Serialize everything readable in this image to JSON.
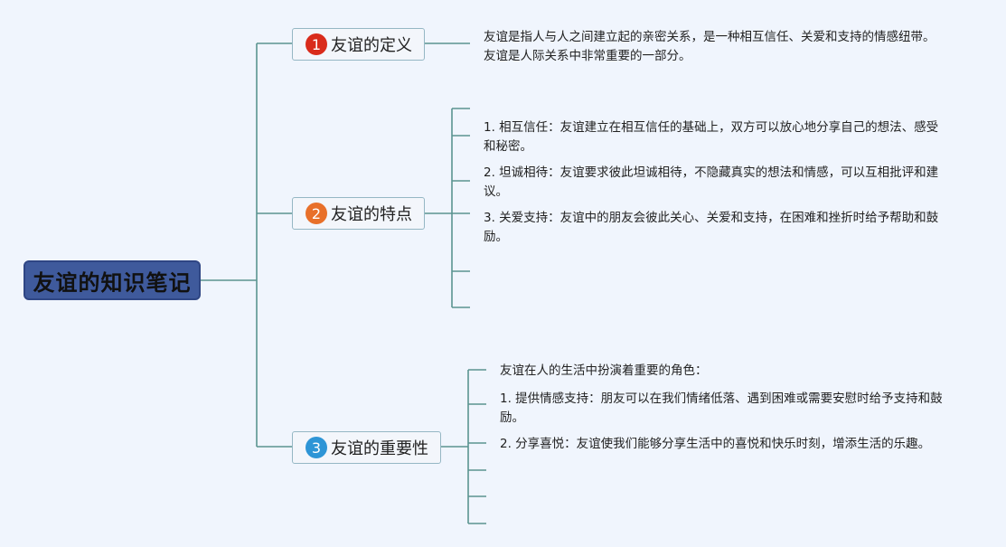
{
  "root": {
    "title": "友谊的知识笔记"
  },
  "topics": [
    {
      "number": "1",
      "badge_color": "#d92b1b",
      "label": "友谊的定义",
      "notes": [
        "友谊是指人与人之间建立起的亲密关系，是一种相互信任、关爱和支持的情感纽带。友谊是人际关系中非常重要的一部分。"
      ]
    },
    {
      "number": "2",
      "badge_color": "#e8702a",
      "label": "友谊的特点",
      "notes": [
        "1. 相互信任：友谊建立在相互信任的基础上，双方可以放心地分享自己的想法、感受和秘密。",
        "2. 坦诚相待：友谊要求彼此坦诚相待，不隐藏真实的想法和情感，可以互相批评和建议。",
        "3. 关爱支持：友谊中的朋友会彼此关心、关爱和支持，在困难和挫折时给予帮助和鼓励。"
      ]
    },
    {
      "number": "3",
      "badge_color": "#2e95d6",
      "label": "友谊的重要性",
      "notes": [
        "友谊在人的生活中扮演着重要的角色：",
        "1. 提供情感支持：朋友可以在我们情绪低落、遇到困难或需要安慰时给予支持和鼓励。",
        "2. 分享喜悦：友谊使我们能够分享生活中的喜悦和快乐时刻，增添生活的乐趣。"
      ]
    }
  ],
  "colors": {
    "connector": "#5a9490",
    "background": "#f0f5fd"
  }
}
